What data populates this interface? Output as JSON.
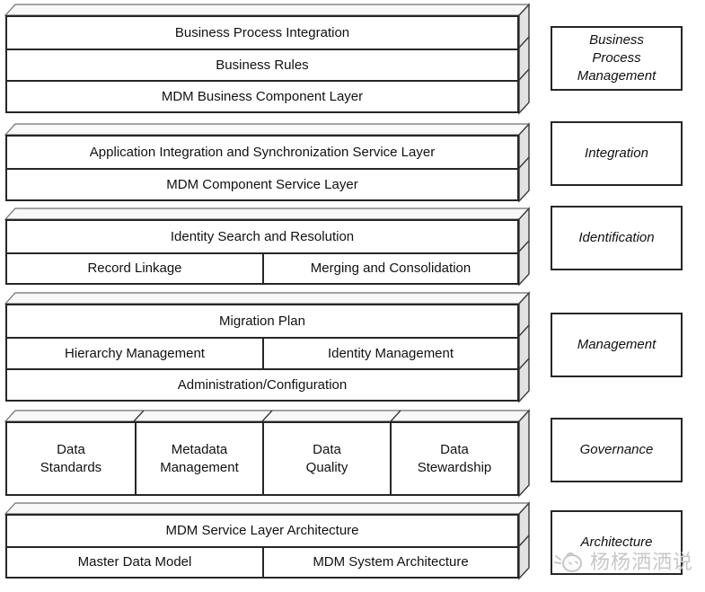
{
  "groups": [
    {
      "side_label": "Business\nProcess\nManagement",
      "rows": [
        [
          "Business Process Integration"
        ],
        [
          "Business Rules"
        ],
        [
          "MDM Business Component Layer"
        ]
      ]
    },
    {
      "side_label": "Integration",
      "rows": [
        [
          "Application Integration and Synchronization Service Layer"
        ],
        [
          "MDM Component Service Layer"
        ]
      ]
    },
    {
      "side_label": "Identification",
      "rows": [
        [
          "Identity Search and Resolution"
        ],
        [
          "Record Linkage",
          "Merging and Consolidation"
        ]
      ]
    },
    {
      "side_label": "Management",
      "rows": [
        [
          "Migration Plan"
        ],
        [
          "Hierarchy Management",
          "Identity Management"
        ],
        [
          "Administration/Configuration"
        ]
      ]
    },
    {
      "side_label": "Governance",
      "rows": [
        [
          "Data\nStandards",
          "Metadata\nManagement",
          "Data\nQuality",
          "Data\nStewardship"
        ]
      ]
    },
    {
      "side_label": "Architecture",
      "rows": [
        [
          "MDM Service Layer Architecture"
        ],
        [
          "Master Data Model",
          "MDM System Architecture"
        ]
      ]
    }
  ],
  "watermark": {
    "text": "杨杨洒洒说"
  },
  "colors": {
    "line": "#262626",
    "top_face": "#f8f8f8",
    "side_face": "#e2e2e2",
    "edge_line": "#3a3a3a",
    "watermark": "#c7c7c7"
  }
}
